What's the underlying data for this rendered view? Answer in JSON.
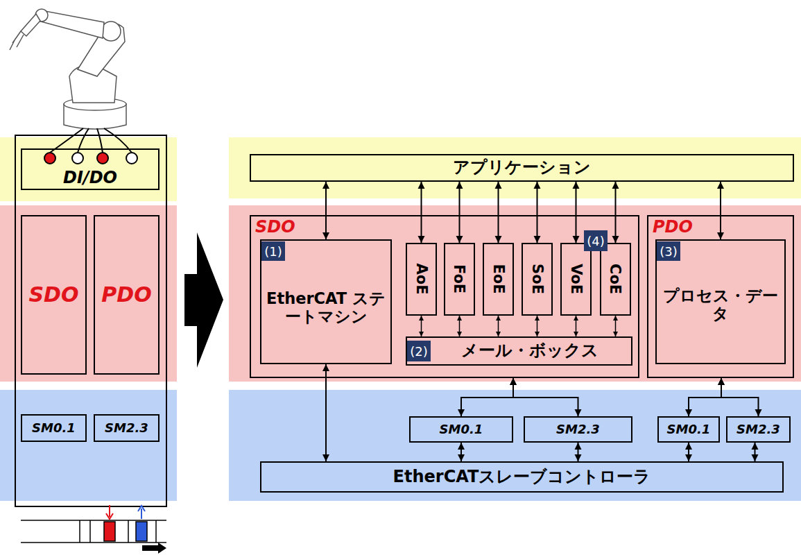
{
  "diagram": {
    "nodes": [
      {
        "text": [
          "DI/DO"
        ]
      },
      {
        "text": [
          "SDO"
        ]
      },
      {
        "text": [
          "PDO"
        ]
      },
      {
        "text": [
          "SM0.1"
        ]
      },
      {
        "text": [
          "SM2.3"
        ]
      },
      {
        "text": [
          "アプリケーション"
        ]
      },
      {
        "text": [
          "SDO"
        ]
      },
      {
        "text": [
          "EtherCAT ステートマシン"
        ],
        "in": 6
      },
      {
        "text": [
          "AoE"
        ],
        "in": 6
      },
      {
        "text": [
          "FoE"
        ],
        "in": 6
      },
      {
        "text": [
          "EoE"
        ],
        "in": 6
      },
      {
        "text": [
          "SoE"
        ],
        "in": 6
      },
      {
        "text": [
          "VoE"
        ],
        "in": 6
      },
      {
        "text": [
          "CoE"
        ],
        "in": 6
      },
      {
        "text": [
          "メール・ボックス"
        ],
        "in": 6
      },
      {
        "text": [
          "PDO"
        ]
      },
      {
        "text": [
          "プロセス・データ"
        ],
        "in": 15
      },
      {
        "text": [
          "SM0.1"
        ]
      },
      {
        "text": [
          "SM2.3"
        ]
      },
      {
        "text": [
          "SM0.1"
        ]
      },
      {
        "text": [
          "SM2.3"
        ]
      },
      {
        "text": [
          "EtherCATスレーブコントローラ"
        ]
      }
    ],
    "edges": [
      {
        "from": 5,
        "to": 7,
        "arrow": "both"
      },
      {
        "from": 5,
        "to": 8,
        "arrow": "both"
      },
      {
        "from": 5,
        "to": 9,
        "arrow": "both"
      },
      {
        "from": 5,
        "to": 10,
        "arrow": "both"
      },
      {
        "from": 5,
        "to": 11,
        "arrow": "both"
      },
      {
        "from": 5,
        "to": 12,
        "arrow": "both"
      },
      {
        "from": 5,
        "to": 13,
        "arrow": "both"
      },
      {
        "from": 5,
        "to": 16,
        "arrow": "both"
      },
      {
        "from": 8,
        "to": 14,
        "arrow": "both"
      },
      {
        "from": 9,
        "to": 14,
        "arrow": "both"
      },
      {
        "from": 10,
        "to": 14,
        "arrow": "both"
      },
      {
        "from": 11,
        "to": 14,
        "arrow": "both"
      },
      {
        "from": 12,
        "to": 14,
        "arrow": "both"
      },
      {
        "from": 13,
        "to": 14,
        "arrow": "both"
      },
      {
        "from": 6,
        "to": 17,
        "arrow": "both"
      },
      {
        "from": 6,
        "to": 18,
        "arrow": "both"
      },
      {
        "from": 15,
        "to": 19,
        "arrow": "both"
      },
      {
        "from": 15,
        "to": 20,
        "arrow": "both"
      },
      {
        "from": 7,
        "to": 21,
        "arrow": "both"
      },
      {
        "from": 17,
        "to": 21,
        "arrow": "both"
      },
      {
        "from": 18,
        "to": 21,
        "arrow": "both"
      },
      {
        "from": 19,
        "to": 21,
        "arrow": "both"
      },
      {
        "from": 20,
        "to": 21,
        "arrow": "both"
      }
    ],
    "labels": [
      "(1)",
      "(2)",
      "(3)",
      "(4)"
    ]
  }
}
